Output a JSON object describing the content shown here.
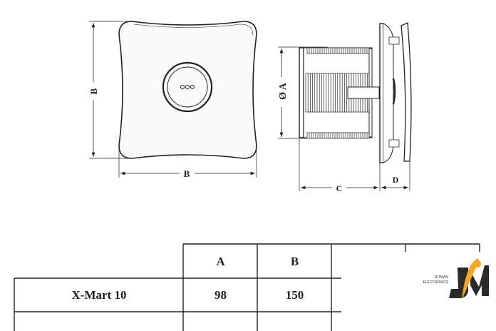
{
  "drawing": {
    "front_view": {
      "width_label": "B",
      "height_label": "B"
    },
    "side_view": {
      "diameter_label": "Ø A",
      "depth_label": "C",
      "cover_label": "D"
    }
  },
  "table": {
    "headers": [
      "A",
      "B"
    ],
    "rows": [
      {
        "model": "X-Mart 10",
        "values": [
          "98",
          "150"
        ]
      }
    ]
  },
  "logo": {
    "line1": "JETMAN",
    "line2": "ELECTRONICS",
    "mark": "JM",
    "colors": {
      "orange": "#f5a623",
      "dark": "#2a2a2a"
    }
  }
}
